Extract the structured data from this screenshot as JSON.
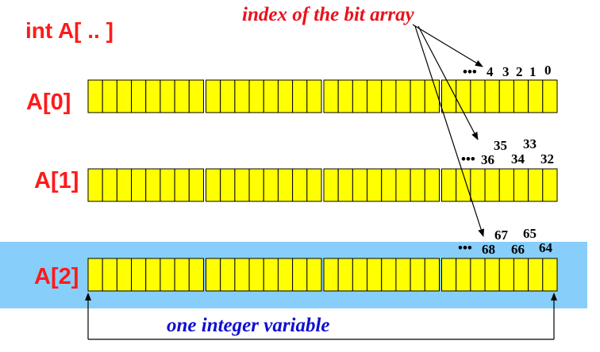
{
  "title": "int A[ .. ]",
  "index_caption": "index of the bit array",
  "integer_caption": "one integer variable",
  "ellipsis": "•••",
  "rows": [
    {
      "label": "A[0]",
      "bits": 32,
      "highlighted": false,
      "upper_indices": [],
      "lower_indices": [
        "4",
        "3",
        "2",
        "1",
        "0"
      ]
    },
    {
      "label": "A[1]",
      "bits": 32,
      "highlighted": false,
      "upper_indices": [
        "35",
        "33"
      ],
      "lower_indices": [
        "36",
        "34",
        "32"
      ]
    },
    {
      "label": "A[2]",
      "bits": 32,
      "highlighted": true,
      "upper_indices": [
        "67",
        "65"
      ],
      "lower_indices": [
        "68",
        "66",
        "64"
      ]
    }
  ],
  "colors": {
    "cell_fill": "#ffff00",
    "highlight": "#87cefa",
    "label": "#ff1a1a",
    "index_caption": "#e8121c",
    "integer_caption": "#1010d0"
  }
}
